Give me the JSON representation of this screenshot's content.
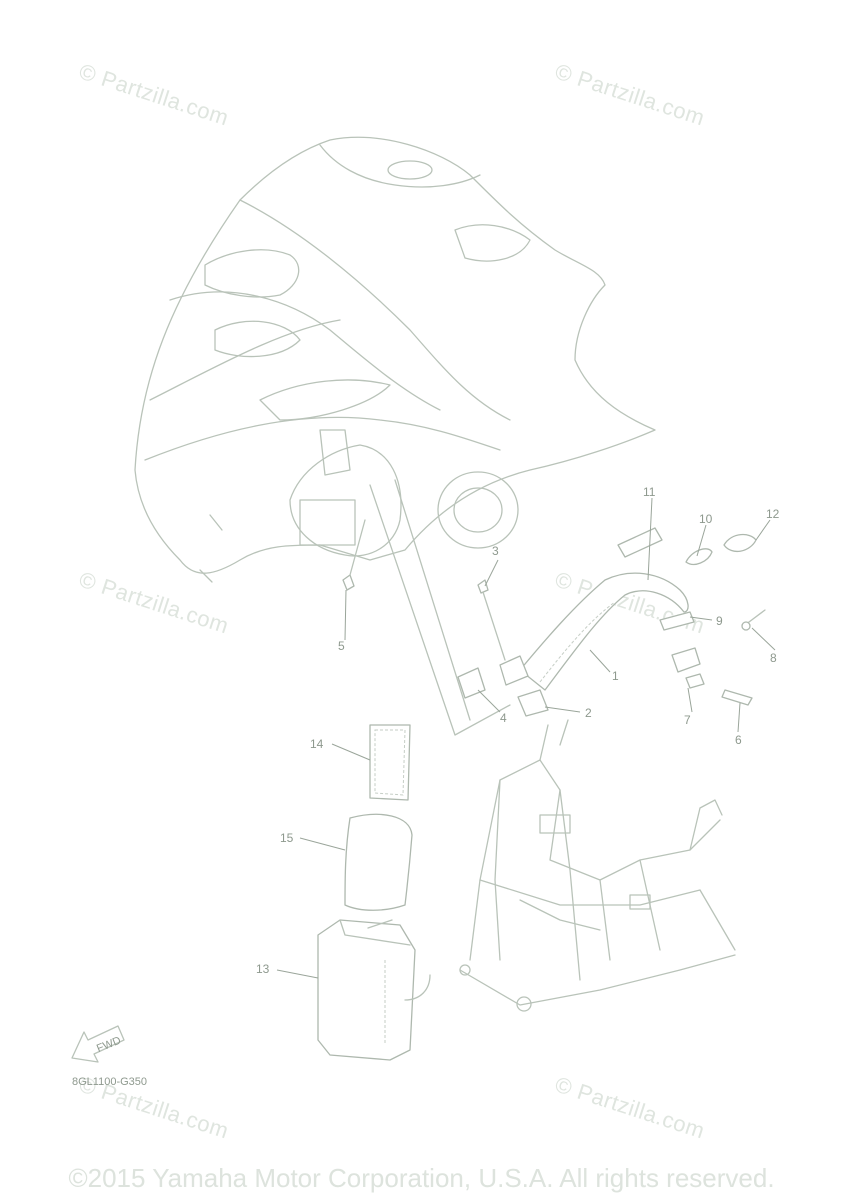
{
  "watermark": {
    "text": "© Partzilla.com"
  },
  "copyright": "©2015 Yamaha Motor Corporation, U.S.A. All rights reserved.",
  "diagram_code": "8GL1100-G350",
  "fwd_label": "FWD",
  "callouts": {
    "c1": "1",
    "c2": "2",
    "c3": "3",
    "c4": "4",
    "c5": "5",
    "c6": "6",
    "c7": "7",
    "c8": "8",
    "c9": "9",
    "c10": "10",
    "c11": "11",
    "c12": "12",
    "c13": "13",
    "c14": "14",
    "c15": "15"
  }
}
